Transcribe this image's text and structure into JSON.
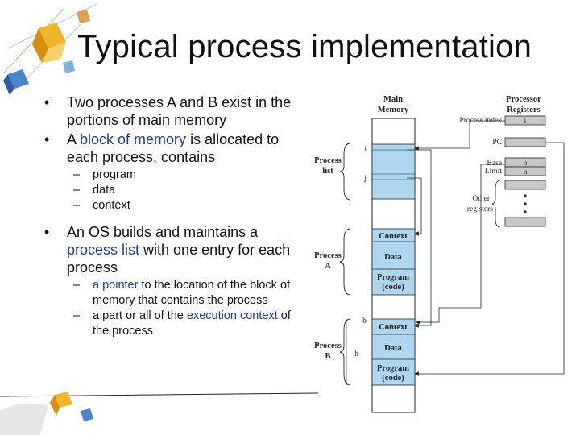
{
  "title": "Typical process implementation",
  "bullets": {
    "b1": {
      "text": "Two processes A and B exist in the portions of main memory"
    },
    "b2": {
      "pre": "A ",
      "hl": "block of memory",
      "post": " is allocated to each process, contains"
    },
    "b2_subs": [
      "program",
      "data",
      "context"
    ],
    "b3": {
      "pre": "An OS builds and maintains a ",
      "hl": "process list",
      "post": " with one entry for each process"
    },
    "b3_subs": [
      {
        "hl": "a pointer",
        "post": " to the location of the block of memory that contains the process"
      },
      {
        "pre": "a part or all of the ",
        "hl1": "execution",
        "mid": " ",
        "hl2": "context",
        "post": " of the process"
      }
    ]
  },
  "diagram": {
    "main_memory": [
      "Main",
      "Memory"
    ],
    "processor_registers": [
      "Processor",
      "Registers"
    ],
    "process_index": "Process index",
    "process_index_value": "i",
    "pc": "PC",
    "base_limit": [
      "Base",
      "Limit"
    ],
    "base_value": "b",
    "limit_value": "h",
    "other_registers": [
      "Other",
      "registers"
    ],
    "process_list": [
      "Process",
      "list"
    ],
    "list_i": "i",
    "list_j": "j",
    "process_a": [
      "Process",
      "A"
    ],
    "process_b": [
      "Process",
      "B"
    ],
    "addr_b": "b",
    "addr_h": "h",
    "context": "Context",
    "data": "Data",
    "program": [
      "Program",
      "(code)"
    ]
  }
}
